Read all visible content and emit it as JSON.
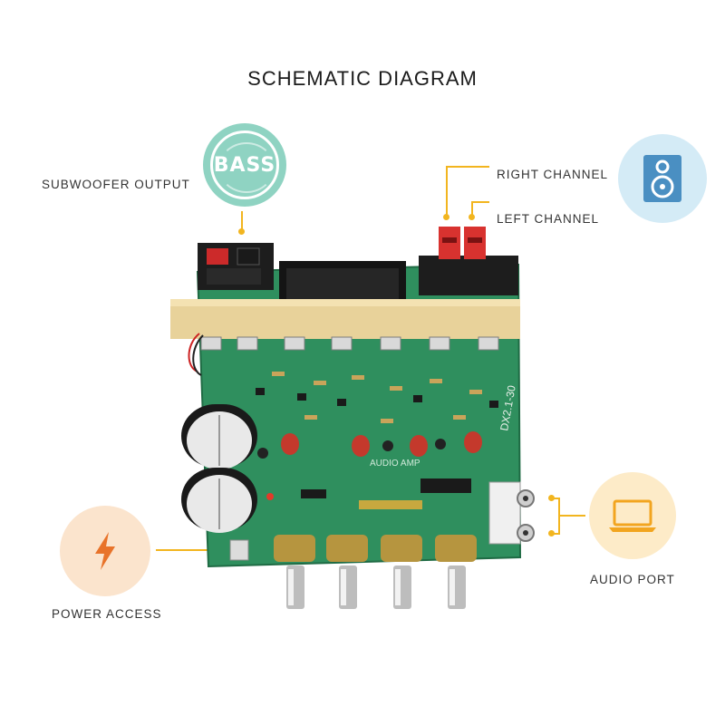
{
  "title": "SCHEMATIC DIAGRAM",
  "labels": {
    "subwoofer": "SUBWOOFER OUTPUT",
    "right_channel": "RIGHT CHANNEL",
    "left_channel": "LEFT CHANNEL",
    "audio_port": "AUDIO PORT",
    "power_access": "POWER ACCESS"
  },
  "badges": {
    "bass": "BASS",
    "icons": [
      "bass-icon",
      "speaker-icon",
      "laptop-icon",
      "lightning-icon"
    ]
  },
  "board": {
    "silkscreen": "AUDIO AMP",
    "model": "DX2.1-30"
  },
  "colors": {
    "accent": "#f2b51f",
    "board": "#2f8f5e",
    "bass_badge": "#8fd3c2",
    "speaker_badge": "#d4ebf6",
    "laptop_badge": "#fdebc8",
    "power_badge": "#fbe4cd"
  }
}
